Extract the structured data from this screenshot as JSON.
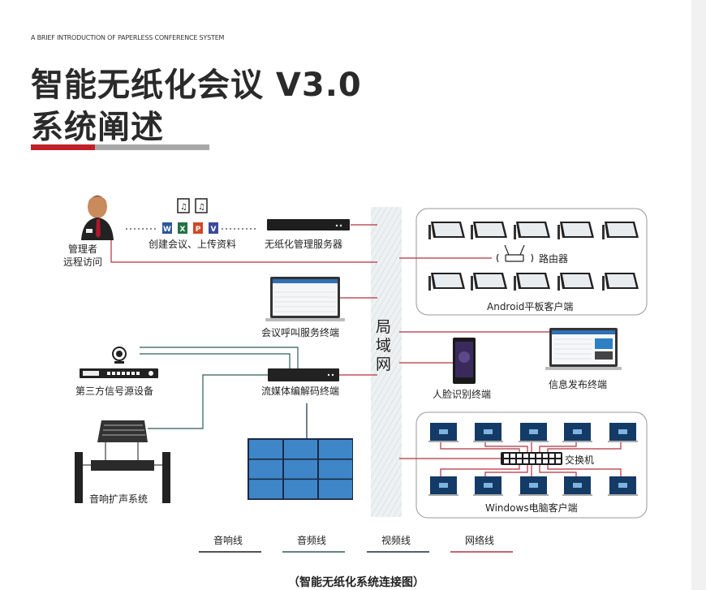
{
  "header": {
    "subtitle": "A BRIEF INTRODUCTION OF PAPERLESS CONFERENCE SYSTEM",
    "title_line1": "智能无纸化会议 V3.0",
    "title_line2": "系统阐述"
  },
  "diagram": {
    "lan_label": "局域网",
    "nodes": {
      "manager": "管理者",
      "manager_sub": "远程访问",
      "create_upload": "创建会议、上传资料",
      "management_server": "无纸化管理服务器",
      "call_terminal": "会议呼叫服务终端",
      "signal_source": "第三方信号源设备",
      "streaming_codec": "流媒体编解码终端",
      "sound_system": "音响扩声系统",
      "router": "路由器",
      "android_clients": "Android平板客户端",
      "face_recognition": "人脸识别终端",
      "info_publish": "信息发布终端",
      "switch": "交换机",
      "windows_clients": "Windows电脑客户端"
    },
    "file_icons": [
      "W",
      "X",
      "P",
      "V"
    ],
    "android_tablet_count": 10,
    "windows_pc_count": 10
  },
  "legend": [
    {
      "label": "音响线",
      "color": "#1a1a1a"
    },
    {
      "label": "音频线",
      "color": "#2f5d55"
    },
    {
      "label": "视频线",
      "color": "#1c2a40"
    },
    {
      "label": "网络线",
      "color": "#b5303f"
    }
  ],
  "caption": "（智能无纸化系统连接图）",
  "colors": {
    "accent_red": "#c0202a",
    "bar_gray": "#a8a8a8",
    "network": "#b5303f",
    "audio": "#2f5d55",
    "video": "#1c2a40",
    "sound": "#1a1a1a"
  }
}
